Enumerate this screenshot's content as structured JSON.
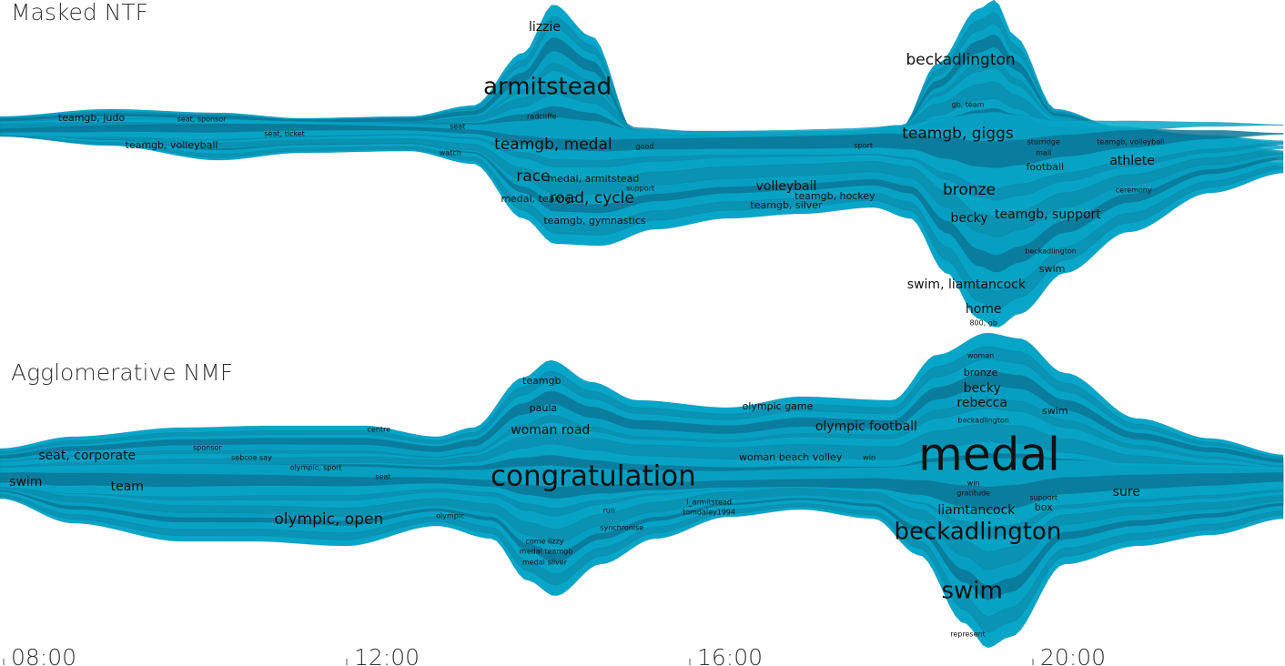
{
  "chart_data": [
    {
      "type": "area",
      "title": "Masked NTF",
      "labels": [
        {
          "text": "lizzie",
          "time": "14:21",
          "size": "m"
        },
        {
          "text": "armitstead",
          "time": "14:23",
          "size": "xl"
        },
        {
          "text": "radcliffe",
          "time": "14:19",
          "size": "xs"
        },
        {
          "text": "teamgb, medal",
          "time": "14:27",
          "size": "l"
        },
        {
          "text": "race",
          "time": "14:13",
          "size": "l"
        },
        {
          "text": "medal, armitstead",
          "time": "14:55",
          "size": "s"
        },
        {
          "text": "medal, teamgb",
          "time": "14:17",
          "size": "s"
        },
        {
          "text": "road, cycle",
          "time": "14:54",
          "size": "l"
        },
        {
          "text": "teamgb, gymnastics",
          "time": "14:56",
          "size": "s"
        },
        {
          "text": "support",
          "time": "15:28",
          "size": "xs"
        },
        {
          "text": "good",
          "time": "15:31",
          "size": "xs"
        },
        {
          "text": "volleyball",
          "time": "17:10",
          "size": "m"
        },
        {
          "text": "teamgb, silver",
          "time": "17:10",
          "size": "s"
        },
        {
          "text": "teamgb, hockey",
          "time": "17:44",
          "size": "s"
        },
        {
          "text": "sport",
          "time": "18:04",
          "size": "xs"
        },
        {
          "text": "teamgb, judo",
          "time": "09:04",
          "size": "s"
        },
        {
          "text": "seat, sponsor",
          "time": "10:21",
          "size": "xs"
        },
        {
          "text": "seat, ticket",
          "time": "11:19",
          "size": "xs"
        },
        {
          "text": "teamgb, volleyball",
          "time": "10:00",
          "size": "s"
        },
        {
          "text": "seat",
          "time": "13:20",
          "size": "xs"
        },
        {
          "text": "watch",
          "time": "13:15",
          "size": "xs"
        },
        {
          "text": "beckadlington",
          "time": "19:12",
          "size": "l"
        },
        {
          "text": "gb, team",
          "time": "19:17",
          "size": "xs"
        },
        {
          "text": "teamgb, giggs",
          "time": "19:10",
          "size": "l"
        },
        {
          "text": "sturridge",
          "time": "20:10",
          "size": "xs"
        },
        {
          "text": "mail",
          "time": "20:10",
          "size": "xs"
        },
        {
          "text": "football",
          "time": "20:11",
          "size": "s"
        },
        {
          "text": "teamgb, volleyball",
          "time": "21:11",
          "size": "xs"
        },
        {
          "text": "athlete",
          "time": "21:12",
          "size": "m"
        },
        {
          "text": "bronze",
          "time": "19:18",
          "size": "l"
        },
        {
          "text": "ceremony",
          "time": "21:13",
          "size": "xs"
        },
        {
          "text": "becky",
          "time": "19:18",
          "size": "m"
        },
        {
          "text": "teamgb, support",
          "time": "20:13",
          "size": "m"
        },
        {
          "text": "beckadlington",
          "time": "20:15",
          "size": "xs"
        },
        {
          "text": "swim",
          "time": "20:16",
          "size": "s"
        },
        {
          "text": "swim, liamtancock",
          "time": "19:16",
          "size": "m"
        },
        {
          "text": "home",
          "time": "19:28",
          "size": "m"
        },
        {
          "text": "800, gb",
          "time": "19:28",
          "size": "xs"
        }
      ]
    },
    {
      "type": "area",
      "title": "Agglomerative NMF",
      "labels": [
        {
          "text": "teamgb",
          "time": "14:19",
          "size": "s"
        },
        {
          "text": "paula",
          "time": "14:20",
          "size": "s"
        },
        {
          "text": "woman road",
          "time": "14:25",
          "size": "m"
        },
        {
          "text": "congratulation",
          "time": "14:55",
          "size": "xxl"
        },
        {
          "text": "run",
          "time": "15:06",
          "size": "xs"
        },
        {
          "text": "synchronise",
          "time": "15:15",
          "size": "xs"
        },
        {
          "text": "come lizzy",
          "time": "14:21",
          "size": "xs"
        },
        {
          "text": "medal teamgb",
          "time": "14:22",
          "size": "xs"
        },
        {
          "text": "medal silver",
          "time": "14:21",
          "size": "xs"
        },
        {
          "text": "l_armitstead",
          "time": "16:16",
          "size": "xs"
        },
        {
          "text": "tomdaley1994",
          "time": "16:16",
          "size": "xs"
        },
        {
          "text": "olympic game",
          "time": "17:04",
          "size": "s"
        },
        {
          "text": "olympic football",
          "time": "18:06",
          "size": "m"
        },
        {
          "text": "woman beach volley",
          "time": "17:13",
          "size": "s"
        },
        {
          "text": "win",
          "time": "18:08",
          "size": "xs"
        },
        {
          "text": "seat, corporate",
          "time": "09:01",
          "size": "m"
        },
        {
          "text": "sponsor",
          "time": "10:25",
          "size": "xs"
        },
        {
          "text": "sebcoe say",
          "time": "10:56",
          "size": "xs"
        },
        {
          "text": "olympic, sport",
          "time": "11:41",
          "size": "xs"
        },
        {
          "text": "centre",
          "time": "12:25",
          "size": "xs"
        },
        {
          "text": "seat",
          "time": "12:28",
          "size": "xs"
        },
        {
          "text": "swim",
          "time": "08:18",
          "size": "m"
        },
        {
          "text": "team",
          "time": "09:29",
          "size": "m"
        },
        {
          "text": "olympic, open",
          "time": "11:50",
          "size": "l"
        },
        {
          "text": "olympic",
          "time": "13:15",
          "size": "xs"
        },
        {
          "text": "woman",
          "time": "19:26",
          "size": "xs"
        },
        {
          "text": "bronze",
          "time": "19:26",
          "size": "s"
        },
        {
          "text": "becky",
          "time": "19:27",
          "size": "m"
        },
        {
          "text": "rebecca",
          "time": "19:27",
          "size": "m"
        },
        {
          "text": "beckadlington",
          "time": "19:28",
          "size": "xs"
        },
        {
          "text": "swim",
          "time": "20:18",
          "size": "s"
        },
        {
          "text": "medal",
          "time": "19:32",
          "size": "xxxl"
        },
        {
          "text": "win",
          "time": "19:21",
          "size": "xs"
        },
        {
          "text": "gratitude",
          "time": "19:21",
          "size": "xs"
        },
        {
          "text": "support",
          "time": "20:10",
          "size": "xs"
        },
        {
          "text": "box",
          "time": "20:10",
          "size": "s"
        },
        {
          "text": "sure",
          "time": "21:08",
          "size": "m"
        },
        {
          "text": "liamtancock",
          "time": "19:23",
          "size": "m"
        },
        {
          "text": "beckadlington",
          "time": "19:24",
          "size": "xl"
        },
        {
          "text": "swim",
          "time": "19:20",
          "size": "xl"
        },
        {
          "text": "represent",
          "time": "19:17",
          "size": "xs"
        }
      ]
    }
  ],
  "x_axis": {
    "ticks": [
      "08:00",
      "12:00",
      "16:00",
      "20:00"
    ]
  },
  "colors": {
    "light": "#07a6c8",
    "mid": "#0a8fb0",
    "dark": "#0b7595",
    "background": "#ffffff"
  }
}
